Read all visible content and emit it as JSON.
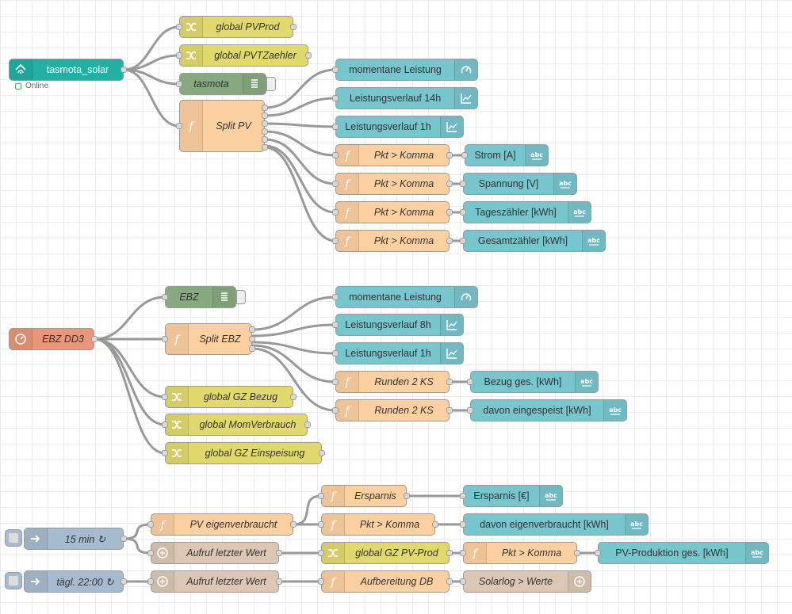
{
  "nodes": {
    "tasmota_solar": "tasmota_solar",
    "online": "Online",
    "g_pvprod": "global PVProd",
    "g_pvtz": "global PVTZaehler",
    "tasmota": "tasmota",
    "split_pv": "Split PV",
    "mom1": "momentane Leistung",
    "lv14": "Leistungsverlauf 14h",
    "lv1a": "Leistungsverlauf 1h",
    "pk1": "Pkt > Komma",
    "pk2": "Pkt > Komma",
    "pk3": "Pkt > Komma",
    "pk4": "Pkt > Komma",
    "strom": "Strom [A]",
    "spannung": "Spannung [V]",
    "tages": "Tageszähler [kWh]",
    "gesamt": "Gesamtzähler [kWh]",
    "ebz": "EBZ",
    "ebzdd3": "EBZ DD3",
    "split_ebz": "Split EBZ",
    "mom2": "momentane Leistung",
    "lv8": "Leistungsverlauf 8h",
    "lv1b": "Leistungsverlauf 1h",
    "rund1": "Runden 2 KS",
    "rund2": "Runden 2 KS",
    "bezug": "Bezug ges. [kWh]",
    "eingesp": "davon eingespeist [kWh]",
    "g_gzbez": "global GZ Bezug",
    "g_momv": "global MomVerbrauch",
    "g_gzeins": "global GZ Einspeisung",
    "inj15": "15 min ↻",
    "pveig": "PV eigenverbraucht",
    "ersparnis": "Ersparnis",
    "pk5": "Pkt > Komma",
    "ersp_eur": "Ersparnis [€]",
    "eigenv": "davon eigenverbraucht [kWh]",
    "aufruf1": "Aufruf letzter Wert",
    "g_gzpv": "global GZ PV-Prod",
    "pk6": "Pkt > Komma",
    "pvprod_ges": "PV-Produktion ges. [kWh]",
    "inj22": "tägl. 22:00 ↻",
    "aufruf2": "Aufruf letzter Wert",
    "aufb": "Aufbereitung DB",
    "solarlog": "Solarlog > Werte"
  },
  "icons": {
    "mqtt": "wifi-home-icon",
    "change": "shuffle-icon",
    "debug": "list-icon",
    "function": "function-icon",
    "gauge": "gauge-icon",
    "chart": "chart-icon",
    "text": "abc-icon",
    "inject": "arrow-icon",
    "link": "link-icon"
  },
  "colors": {
    "mqtt": "#22b0a4",
    "change": "#e2d96e",
    "debug": "#87a980",
    "function": "#fdd0a2",
    "ui": "#77c5cd",
    "ebz": "#e9967a",
    "inject": "#a6bbcf",
    "link": "#dbc7b4",
    "status_ok": "#4cae4c"
  }
}
